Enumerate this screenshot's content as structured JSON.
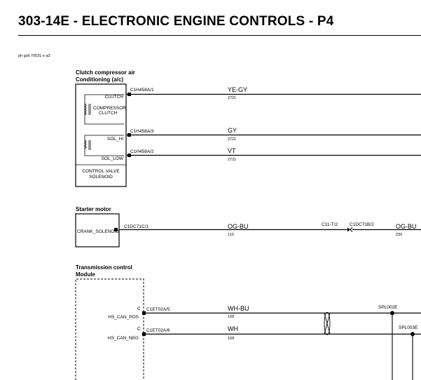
{
  "header": {
    "title": "303-14E - ELECTRONIC ENGINE CONTROLS - P4",
    "doc_ref": "ph gzb 70031 e a3"
  },
  "clutch_block": {
    "title_line1": "Clutch compressor air",
    "title_line2": "Conditioning (a/c)",
    "pin_clutch": "CLUTCH",
    "coil_label_1": "COMPRESSOR",
    "coil_label_2": "CLUTCH",
    "pin_sol_hi": "SOL_HI",
    "pin_sol_low": "SOL_LOW",
    "footer_1": "CONTROL VALVE",
    "footer_2": "SOLENOID",
    "wires": [
      {
        "connector": "C1H458A/1",
        "color": "YE-GY",
        "circuit": "2721"
      },
      {
        "connector": "C1H458A/3",
        "color": "GY",
        "circuit": "2721"
      },
      {
        "connector": "C1H458A/2",
        "color": "VT",
        "circuit": "2721"
      }
    ]
  },
  "starter_block": {
    "title": "Starter motor",
    "pin": "CRANK_SOLENOID",
    "connector": "C1DC71C/1",
    "color": "OG-BU",
    "circuit": "110",
    "inline_connector_left": "C11-T/2",
    "inline_connector_right": "C1DC71B/2",
    "color_after": "OG-BU",
    "circuit_after": "230"
  },
  "tcm_block": {
    "title_line1": "Transmission control",
    "title_line2": "Module",
    "pin_pos_marker": "C",
    "pin_pos": "HS_CAN_POS",
    "pin_neg_marker": "C",
    "pin_neg": "HS_CAN_NEG",
    "wires": [
      {
        "connector": "C1ET02A/5",
        "color": "WH-BU",
        "circuit": "168",
        "splice": "SPL002E"
      },
      {
        "connector": "C1ET02A/6",
        "color": "WH",
        "circuit": "168",
        "splice": "SPL003E"
      }
    ]
  },
  "colors": {
    "ink": "#000000",
    "background": "#ffffff"
  }
}
